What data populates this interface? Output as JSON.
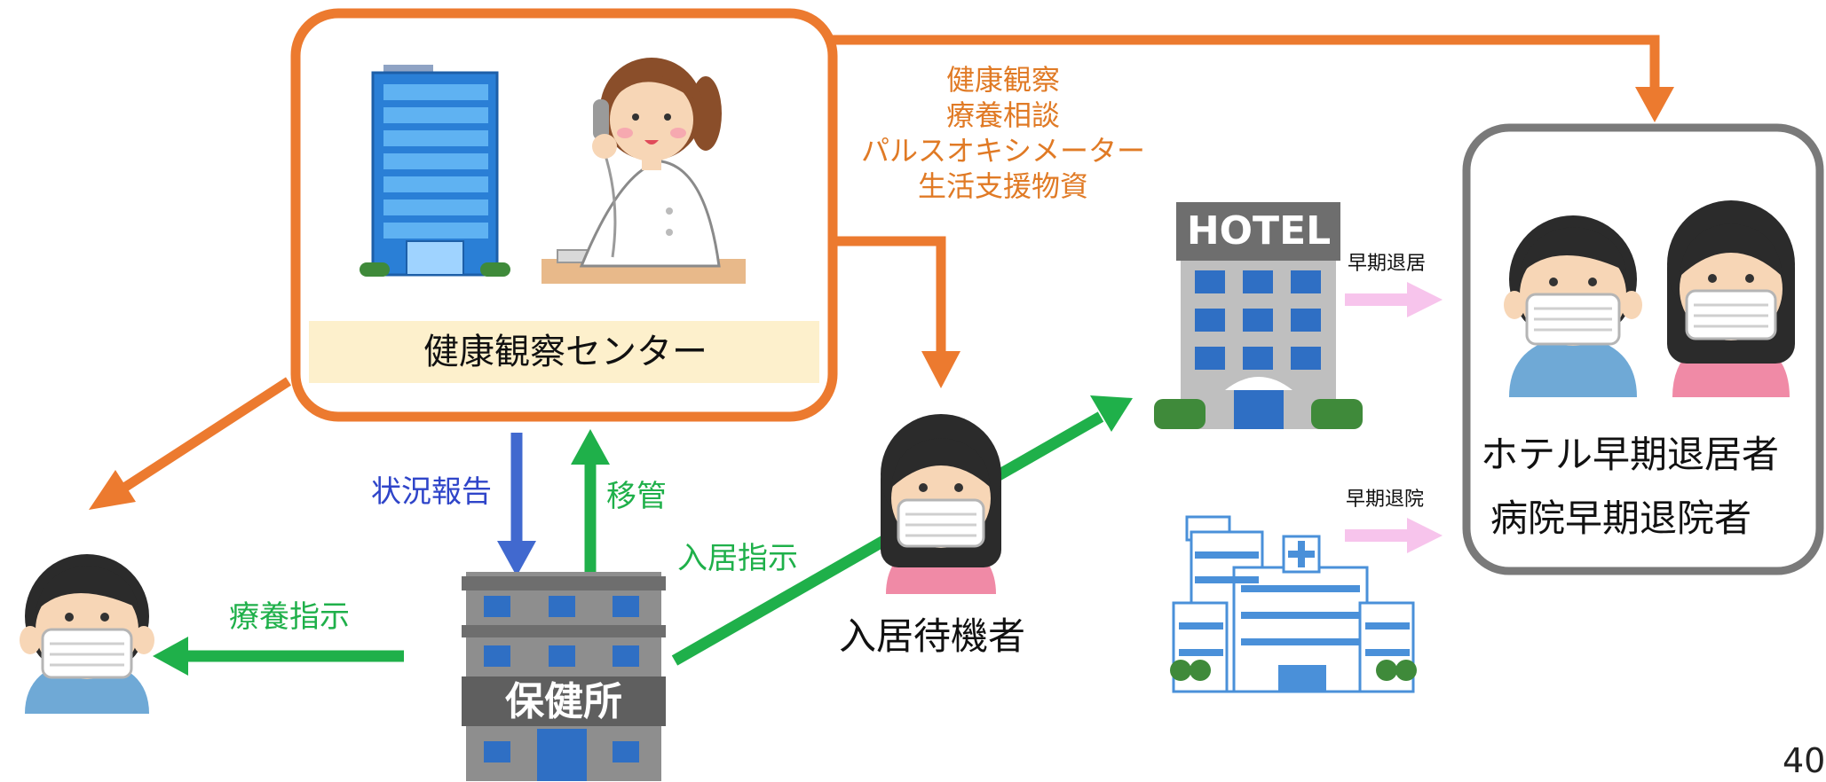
{
  "colors": {
    "orange": "#ec7a2f",
    "blue": "#4169cf",
    "green": "#1fb04a",
    "pink": "#f7c4ec",
    "gray_border": "#7a7a7a",
    "center_label_bg": "#fdf0cc"
  },
  "icons": {
    "office_building": "office-building-icon",
    "nurse_phone": "nurse-phone-icon",
    "person_left": "masked-boy-icon",
    "health_center": "health-center-building-icon",
    "waiting_person": "masked-girl-icon",
    "hotel": "hotel-icon",
    "hospital": "hospital-icon",
    "early_boy": "masked-boy-icon",
    "early_girl": "masked-girl-icon"
  },
  "center": {
    "label": "健康観察センター"
  },
  "center_services": [
    "健康観察",
    "療養相談",
    "パルスオキシメーター",
    "生活支援物資"
  ],
  "arrows": {
    "status_report": "状況報告",
    "transfer": "移管",
    "care_instruction": "療養指示",
    "admission_instruction": "入居指示",
    "early_leave_hotel": "早期退居",
    "early_leave_hospital": "早期退院"
  },
  "health_center_sign": "保健所",
  "hotel_sign": "HOTEL",
  "waiting": {
    "label": "入居待機者"
  },
  "early_box": {
    "line1": "ホテル早期退居者",
    "line2": "病院早期退院者"
  },
  "page_number": "40"
}
